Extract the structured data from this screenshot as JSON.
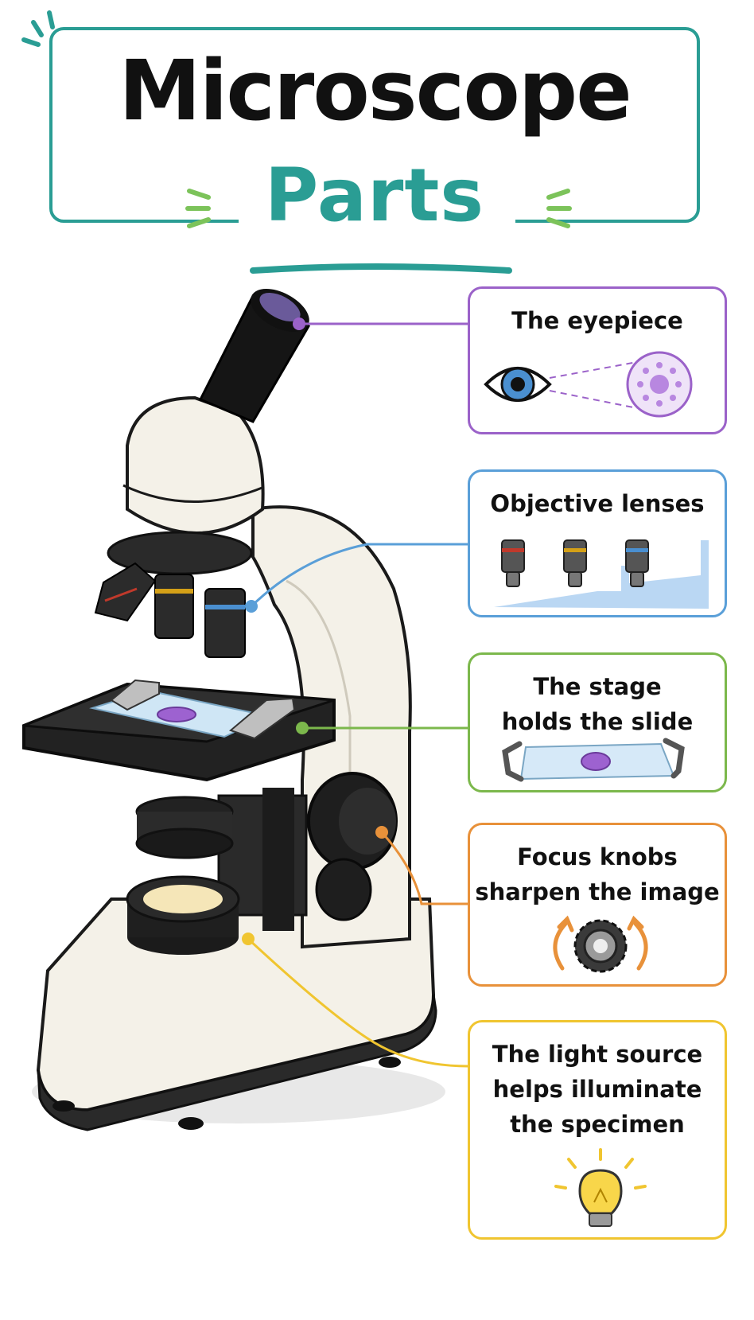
{
  "title": {
    "line1": "Microscope",
    "line2": "Parts"
  },
  "colors": {
    "title_accent": "#2a9d94",
    "eyepiece": "#9b62c9",
    "objective": "#5a9fd8",
    "stage": "#7cb84c",
    "focus": "#e8913a",
    "light": "#f0c530"
  },
  "callouts": [
    {
      "id": "eyepiece",
      "lines": [
        "The eyepiece"
      ],
      "icon": "eye-icon"
    },
    {
      "id": "objective",
      "lines": [
        "Objective lenses"
      ],
      "icon": "objective-lenses-icon"
    },
    {
      "id": "stage",
      "lines": [
        "The stage",
        "holds the slide"
      ],
      "icon": "slide-icon"
    },
    {
      "id": "focus",
      "lines": [
        "Focus knobs",
        "sharpen the image"
      ],
      "icon": "focus-knob-icon"
    },
    {
      "id": "light",
      "lines": [
        "The light source",
        "helps illuminate",
        "the specimen"
      ],
      "icon": "light-bulb-icon"
    }
  ]
}
